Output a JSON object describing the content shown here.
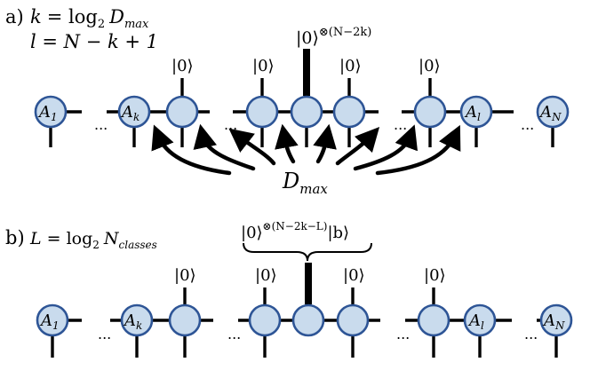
{
  "panel_a": {
    "tag": "a)",
    "eq1": {
      "lhs": "k",
      "eq": "= log",
      "base": "2",
      "rhs": "D",
      "rhs_sub": "max"
    },
    "eq2": {
      "text": "l = N − k + 1"
    },
    "ket": "|0⟩",
    "big_ket": {
      "main": "|0⟩",
      "sup": "⊗(N−2k)"
    },
    "node_labels": [
      {
        "main": "A",
        "sub": "1"
      },
      {
        "main": "A",
        "sub": "k"
      },
      {
        "main": "A",
        "sub": "l"
      },
      {
        "main": "A",
        "sub": "N"
      }
    ],
    "ellipsis": "...",
    "dmax": {
      "main": "D",
      "sub": "max"
    }
  },
  "panel_b": {
    "tag": "b)",
    "eq1": {
      "lhs": "L",
      "eq": "= log",
      "base": "2",
      "rhs": "N",
      "rhs_sub": "classes"
    },
    "ket": "|0⟩",
    "brace_label": {
      "main": "|0⟩",
      "sup": "⊗(N−2k−L)",
      "tail": "|b⟩"
    },
    "node_labels": [
      {
        "main": "A",
        "sub": "1"
      },
      {
        "main": "A",
        "sub": "k"
      },
      {
        "main": "A",
        "sub": "l"
      },
      {
        "main": "A",
        "sub": "N"
      }
    ],
    "ellipsis": "..."
  },
  "colors": {
    "node_fill": "#c9dbed",
    "node_stroke": "#2e5596",
    "line": "#000000"
  }
}
